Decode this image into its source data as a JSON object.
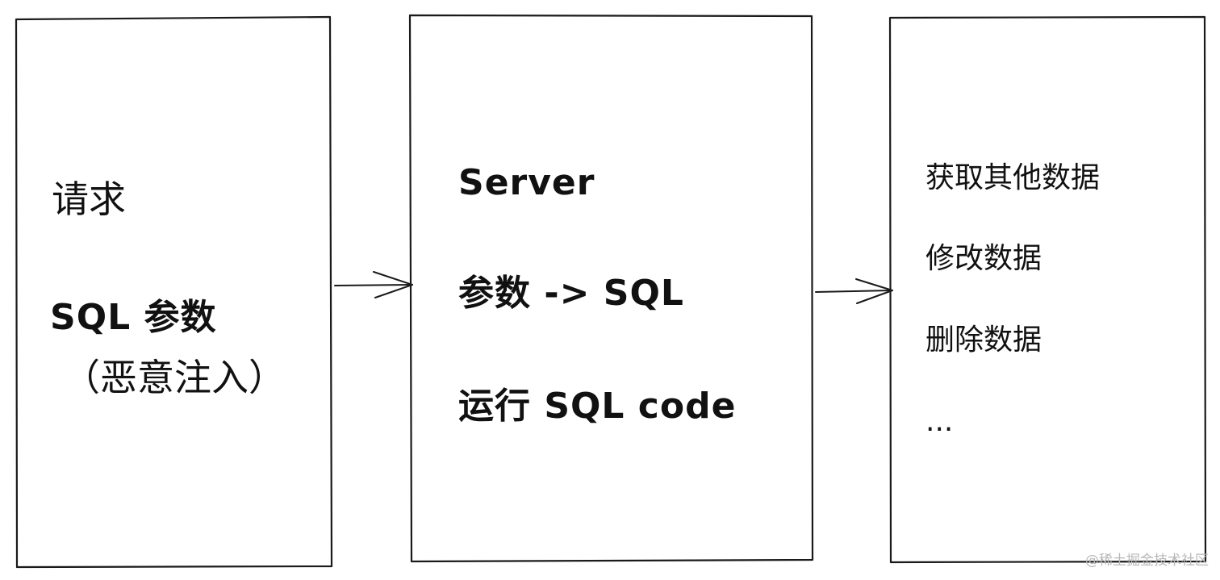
{
  "boxes": {
    "request": {
      "line1": "请求",
      "line2": "SQL 参数",
      "line3": "（恶意注入）"
    },
    "server": {
      "line1": "Server",
      "line2": "参数 -> SQL",
      "line3": "运行 SQL code"
    },
    "results": {
      "line1": "获取其他数据",
      "line2": "修改数据",
      "line3": "删除数据",
      "line4": "..."
    }
  },
  "watermark": "@稀土掘金技术社区"
}
